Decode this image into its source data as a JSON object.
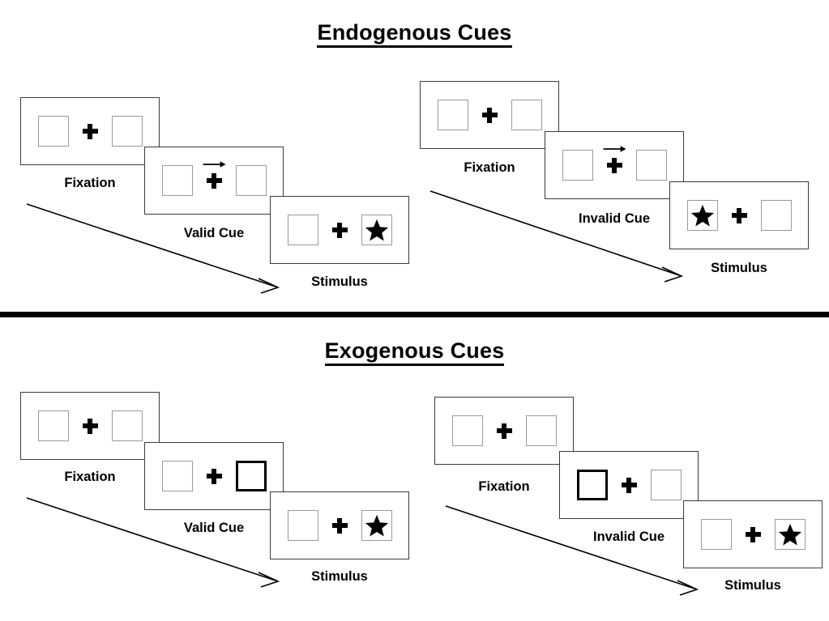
{
  "figure": {
    "title_endogenous": "Endogenous Cues",
    "title_exogenous": "Exogenous Cues",
    "colors": {
      "ink": "#000000",
      "panel_border": "#3a3a3a",
      "box_border": "#9a9a9a",
      "cued_box_border": "#000000",
      "background": "#ffffff"
    }
  },
  "sections": {
    "endogenous": {
      "title": "Endogenous Cues",
      "cue_type": "central-arrow",
      "valid": {
        "condition_label": "Valid Cue",
        "steps": [
          {
            "label": "Fixation",
            "cue": "none",
            "target": "none"
          },
          {
            "label": "Valid Cue",
            "cue": "arrow-right",
            "target": "none"
          },
          {
            "label": "Stimulus",
            "cue": "none",
            "target": "right"
          }
        ]
      },
      "invalid": {
        "condition_label": "Invalid Cue",
        "steps": [
          {
            "label": "Fixation",
            "cue": "none",
            "target": "none"
          },
          {
            "label": "Invalid Cue",
            "cue": "arrow-right",
            "target": "none"
          },
          {
            "label": "Stimulus",
            "cue": "none",
            "target": "left"
          }
        ]
      }
    },
    "exogenous": {
      "title": "Exogenous Cues",
      "cue_type": "peripheral-box-flash",
      "valid": {
        "condition_label": "Valid Cue",
        "steps": [
          {
            "label": "Fixation",
            "cue": "none",
            "target": "none"
          },
          {
            "label": "Valid Cue",
            "cue": "box-right",
            "target": "none"
          },
          {
            "label": "Stimulus",
            "cue": "none",
            "target": "right"
          }
        ]
      },
      "invalid": {
        "condition_label": "Invalid Cue",
        "steps": [
          {
            "label": "Fixation",
            "cue": "none",
            "target": "none"
          },
          {
            "label": "Invalid Cue",
            "cue": "box-left",
            "target": "none"
          },
          {
            "label": "Stimulus",
            "cue": "none",
            "target": "right"
          }
        ]
      }
    }
  },
  "icons": {
    "fixation_cross": "plus-icon",
    "target": "star-icon",
    "cue_arrow": "arrow-right-icon",
    "time_flow": "time-flow-arrow-icon"
  }
}
